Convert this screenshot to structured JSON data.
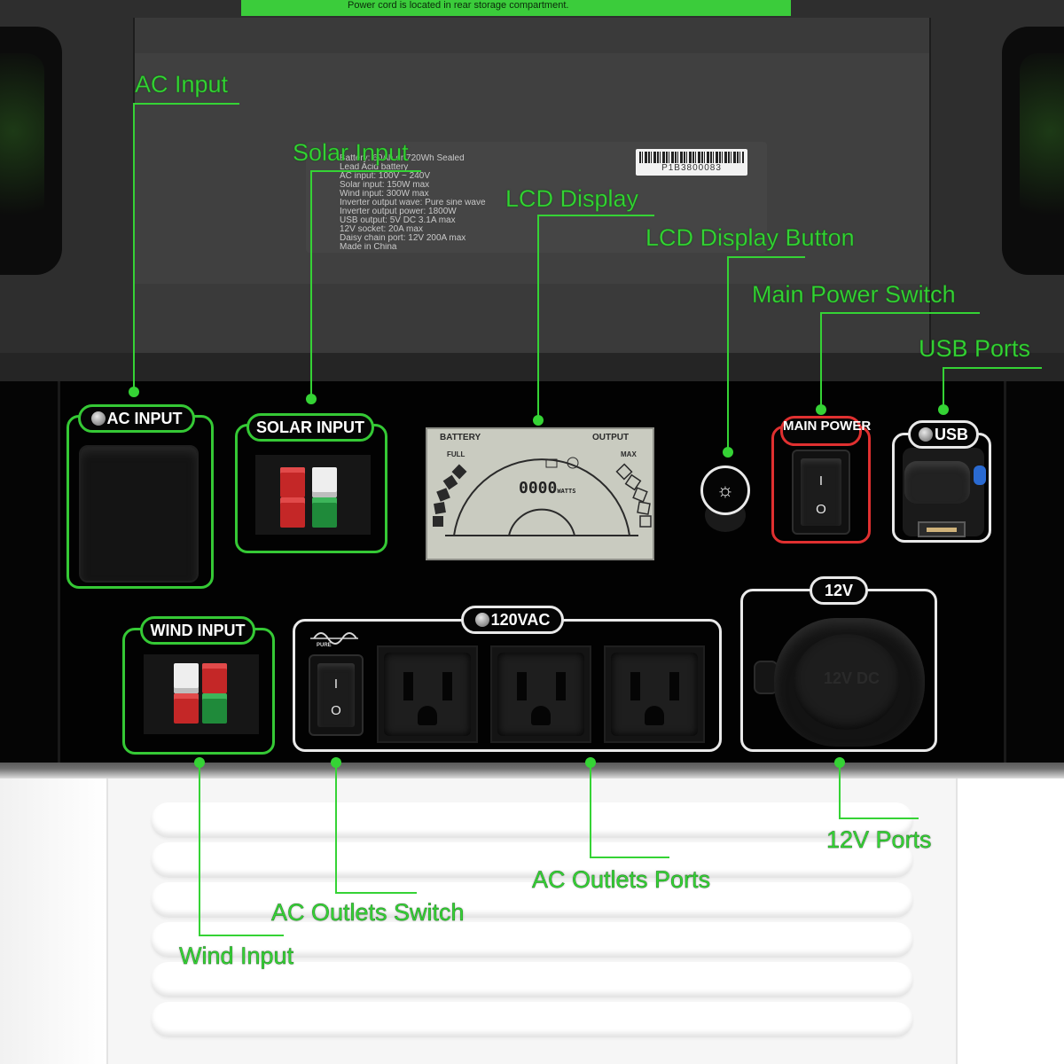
{
  "header_strip": {
    "text": "Power cord is located in rear storage compartment."
  },
  "spec_label": {
    "lines": [
      "Battery: 60Ah or 720Wh Sealed",
      "Lead Acid battery",
      "AC input: 100V ~ 240V",
      "Solar input: 150W max",
      "Wind input: 300W max",
      "Inverter output wave: Pure sine wave",
      "Inverter output power: 1800W",
      "USB output: 5V DC 3.1A max",
      "12V socket: 20A max",
      "Daisy chain port: 12V 200A max",
      "Made in China"
    ],
    "barcode": "P1B3800083"
  },
  "panel": {
    "ac_input_label": "AC INPUT",
    "solar_input_label": "SOLAR INPUT",
    "wind_input_label": "WIND INPUT",
    "main_power_label": "MAIN POWER",
    "usb_label": "USB",
    "ac_outlets_label": "120VAC",
    "dc_label": "12V",
    "pure_label": "PURE",
    "switch_on": "I",
    "switch_off": "O",
    "socket_text": "12V DC"
  },
  "lcd": {
    "battery": "BATTERY",
    "output": "OUTPUT",
    "full": "FULL",
    "max": "MAX",
    "watts_value": "0000",
    "watts_unit": "WATTS"
  },
  "callouts": {
    "ac_input": "AC Input",
    "solar_input": "Solar Input",
    "lcd_display": "LCD Display",
    "lcd_display_button": "LCD Display Button",
    "main_power_switch": "Main Power Switch",
    "usb_ports": "USB Ports",
    "ports_12v": "12V Ports",
    "ac_outlets_ports": "AC Outlets Ports",
    "ac_outlets_switch": "AC Outlets Switch",
    "wind_input": "Wind Input"
  },
  "colors": {
    "callout_green": "#35d335",
    "panel_green": "#35c935",
    "main_power_red": "#e03030",
    "panel_black": "#050505"
  }
}
